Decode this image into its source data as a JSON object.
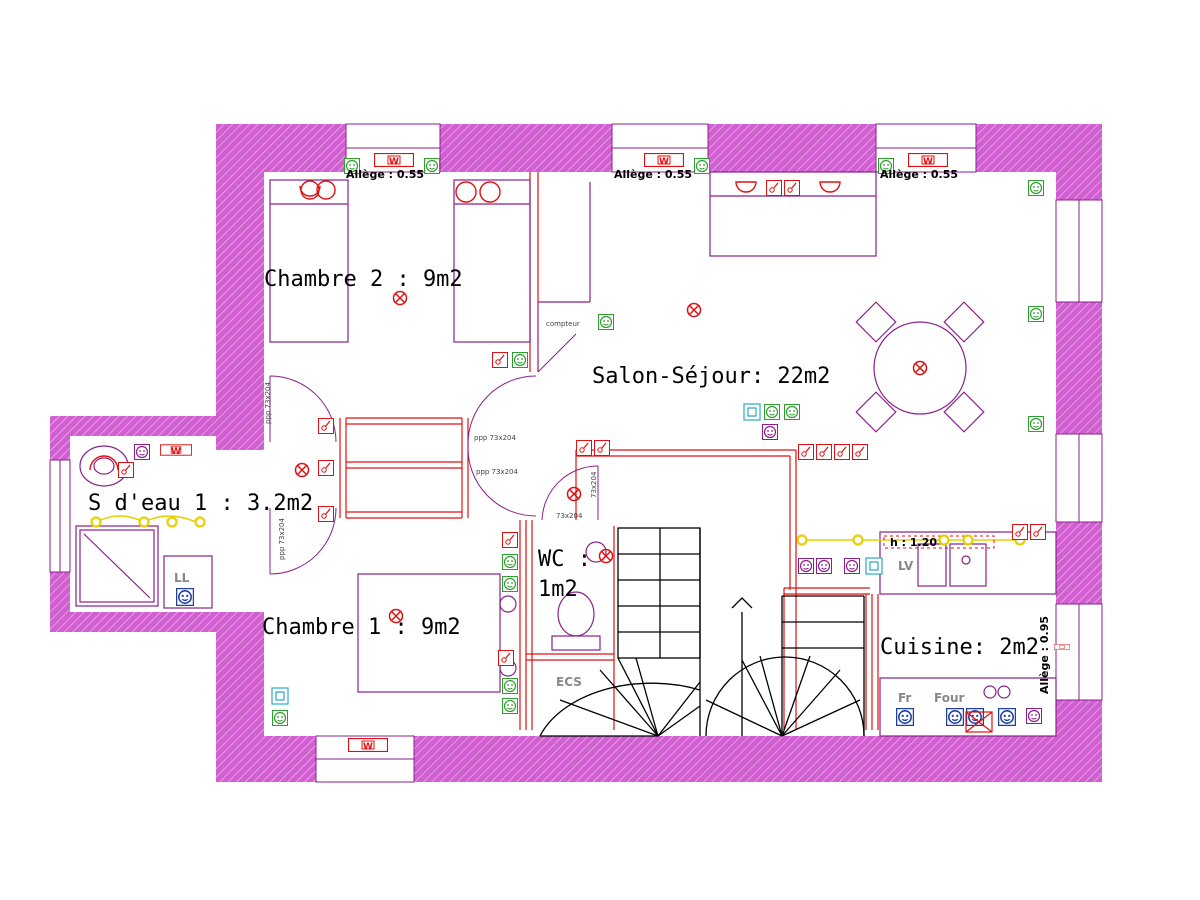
{
  "plan": {
    "title": "Plan électrique - rez-de-chaussée",
    "colors": {
      "wall": "#c24fc2",
      "wall_bg": "#e9a8e9",
      "electric": "#e01010",
      "furniture": "#8a1f8a",
      "socket": "#2e9e2e",
      "yellow": "#e8d000",
      "blue": "#1e3ea8"
    },
    "rooms": {
      "chambre2": "Chambre 2 : 9m2",
      "salon": "Salon-Séjour: 22m2",
      "sdeau": "S d'eau 1 : 3.2m2",
      "wc": "WC :",
      "wc_area": "1m2",
      "chambre1": "Chambre 1 : 9m2",
      "cuisine": "Cuisine: 2m2"
    },
    "annotations": {
      "allege_1": "Allège : 0.55",
      "allege_2": "Allège : 0.55",
      "allege_3": "Allège : 0.55",
      "allege_v": "Allège : 0.95",
      "compteur": "compteur",
      "h_120": "h : 1.20",
      "lv": "LV",
      "ll": "LL",
      "fr": "Fr",
      "four": "Four",
      "ecs": "ECS",
      "door_1": "ppp 73x204",
      "door_2": "ppp 73x204",
      "door_3": "73x204",
      "door_4": "ppp 73x204",
      "door_5": "73x204",
      "door_6": "ppp 73x204",
      "w": "W"
    }
  }
}
